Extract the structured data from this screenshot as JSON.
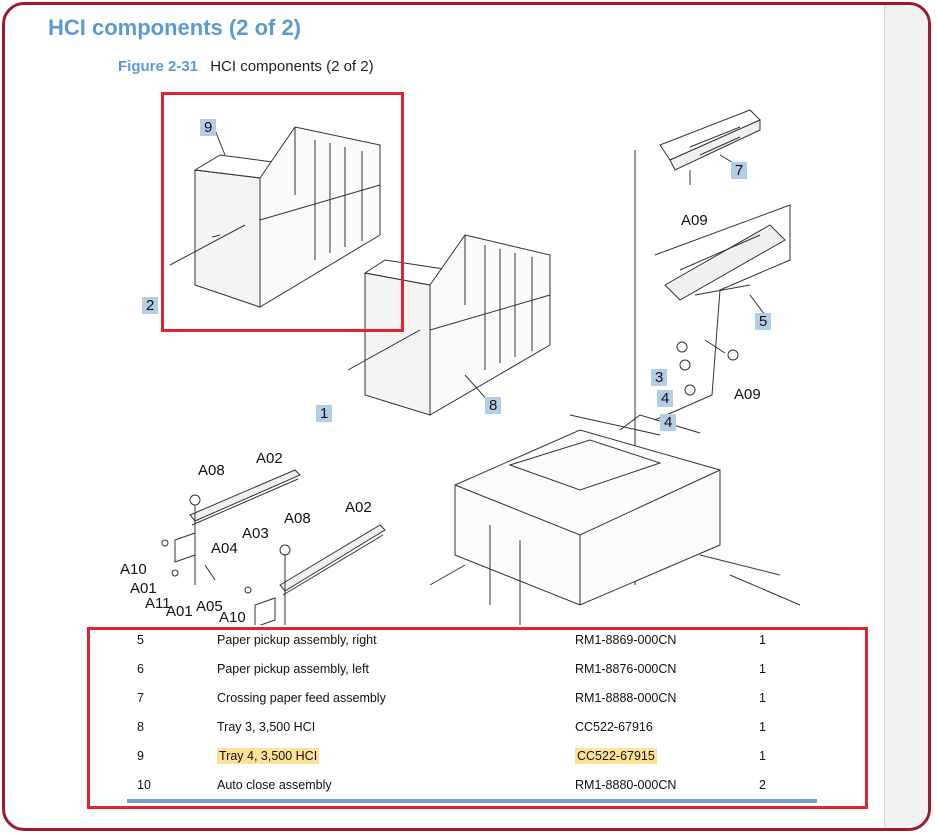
{
  "page": {
    "heading": "HCI components (2 of 2)",
    "figure_number": "Figure 2-31",
    "figure_caption": "HCI components (2 of 2)"
  },
  "callouts": [
    "9",
    "2",
    "1",
    "8",
    "7",
    "5",
    "3",
    "4",
    "4"
  ],
  "assembly_labels": [
    "A09",
    "A09",
    "A02",
    "A02",
    "A08",
    "A08",
    "A03",
    "A04",
    "A10",
    "A01",
    "A11",
    "A01",
    "A05",
    "A10"
  ],
  "parts": [
    {
      "ref": "5",
      "description": "Paper pickup assembly, right",
      "part_number": "RM1-8869-000CN",
      "qty": "1",
      "highlight": false
    },
    {
      "ref": "6",
      "description": "Paper pickup assembly, left",
      "part_number": "RM1-8876-000CN",
      "qty": "1",
      "highlight": false
    },
    {
      "ref": "7",
      "description": "Crossing paper feed assembly",
      "part_number": "RM1-8888-000CN",
      "qty": "1",
      "highlight": false
    },
    {
      "ref": "8",
      "description": "Tray 3, 3,500 HCI",
      "part_number": "CC522-67916",
      "qty": "1",
      "highlight": false
    },
    {
      "ref": "9",
      "description": "Tray 4, 3,500 HCI",
      "part_number": "CC522-67915",
      "qty": "1",
      "highlight": true
    },
    {
      "ref": "10",
      "description": "Auto close assembly",
      "part_number": "RM1-8880-000CN",
      "qty": "2",
      "highlight": false
    }
  ],
  "colors": {
    "heading": "#5b9bd5",
    "callout_fill": "#b4cde6",
    "annotation_red": "#e3232f",
    "frame": "#9e1b2c",
    "highlight": "#fde396"
  }
}
